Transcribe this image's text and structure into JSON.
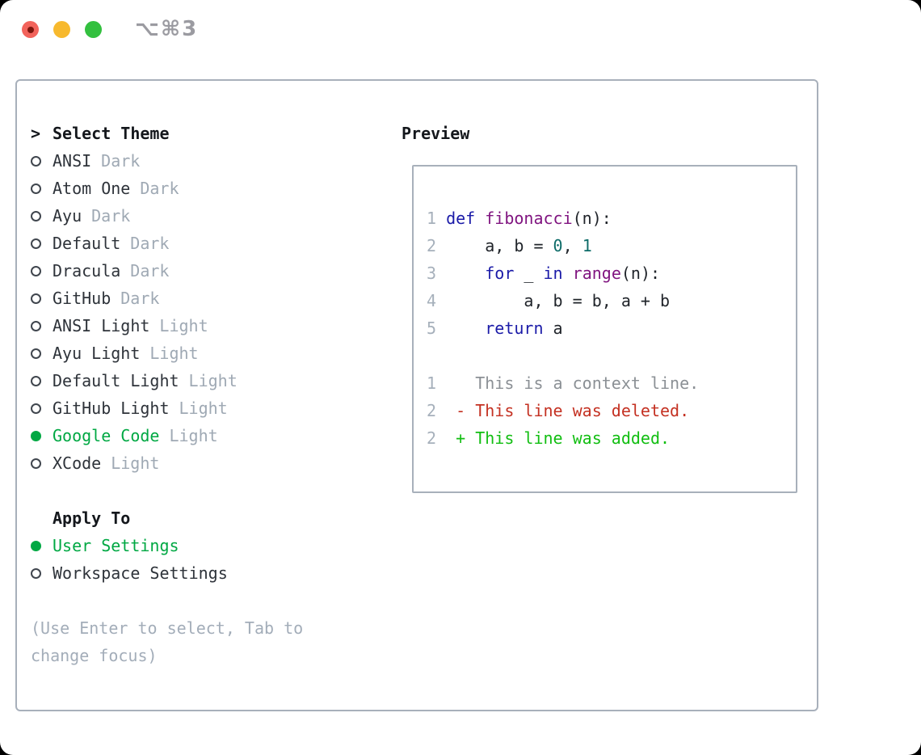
{
  "window": {
    "title": "⌥⌘3"
  },
  "titlebar": {
    "buttons": [
      "close",
      "minimize",
      "maximize"
    ]
  },
  "theme_picker": {
    "prompt": ">",
    "title": "Select Theme",
    "themes": [
      {
        "name": "ANSI",
        "variant": "Dark",
        "selected": false
      },
      {
        "name": "Atom One",
        "variant": "Dark",
        "selected": false
      },
      {
        "name": "Ayu",
        "variant": "Dark",
        "selected": false
      },
      {
        "name": "Default",
        "variant": "Dark",
        "selected": false
      },
      {
        "name": "Dracula",
        "variant": "Dark",
        "selected": false
      },
      {
        "name": "GitHub",
        "variant": "Dark",
        "selected": false
      },
      {
        "name": "ANSI Light",
        "variant": "Light",
        "selected": false
      },
      {
        "name": "Ayu Light",
        "variant": "Light",
        "selected": false
      },
      {
        "name": "Default Light",
        "variant": "Light",
        "selected": false
      },
      {
        "name": "GitHub Light",
        "variant": "Light",
        "selected": false
      },
      {
        "name": "Google Code",
        "variant": "Light",
        "selected": true
      },
      {
        "name": "XCode",
        "variant": "Light",
        "selected": false
      }
    ],
    "apply_to": {
      "title": "Apply To",
      "options": [
        {
          "label": "User Settings",
          "selected": true
        },
        {
          "label": "Workspace Settings",
          "selected": false
        }
      ]
    },
    "help_lines": [
      "(Use Enter to select, Tab to",
      "change focus)"
    ]
  },
  "preview": {
    "title": "Preview",
    "lines": [
      [
        [
          "num",
          "1"
        ],
        [
          "plain",
          " "
        ],
        [
          "kw",
          "def"
        ],
        [
          "plain",
          " "
        ],
        [
          "fn",
          "fibonacci"
        ],
        [
          "plain",
          "(n):"
        ]
      ],
      [
        [
          "num",
          "2"
        ],
        [
          "plain",
          "     a, b = "
        ],
        [
          "lit",
          "0"
        ],
        [
          "plain",
          ", "
        ],
        [
          "lit",
          "1"
        ]
      ],
      [
        [
          "num",
          "3"
        ],
        [
          "plain",
          "     "
        ],
        [
          "kw",
          "for"
        ],
        [
          "plain",
          " _ "
        ],
        [
          "kw",
          "in"
        ],
        [
          "plain",
          " "
        ],
        [
          "fn",
          "range"
        ],
        [
          "plain",
          "(n):"
        ]
      ],
      [
        [
          "num",
          "4"
        ],
        [
          "plain",
          "         a, b = b, a + b"
        ]
      ],
      [
        [
          "num",
          "5"
        ],
        [
          "plain",
          "     "
        ],
        [
          "kw",
          "return"
        ],
        [
          "plain",
          " a"
        ]
      ],
      [],
      [
        [
          "num",
          "1"
        ],
        [
          "ctx",
          "    This is a context line."
        ]
      ],
      [
        [
          "num",
          "2"
        ],
        [
          "del",
          "  - This line was deleted."
        ]
      ],
      [
        [
          "num",
          "2"
        ],
        [
          "add",
          "  + This line was added."
        ]
      ]
    ]
  },
  "colors": {
    "accent-green": "#00a843",
    "added-green": "#12be12",
    "deleted-red": "#c43122",
    "kw-blue": "#1b1ba8",
    "fn-purple": "#801580",
    "lit-teal": "#0e6c69",
    "muted": "#9fa9b4",
    "line-num": "#a6b0bb",
    "ctx-gray": "#8b9095",
    "text-dark": "#2e333a",
    "border-gray": "#a8b0bb",
    "help-gray": "#a3adb9",
    "title-gray": "#9b9ba1",
    "tl-red": "#f2635b",
    "tl-red-dot": "#7c150c",
    "tl-yellow": "#f7b92e",
    "tl-green": "#33c03f"
  }
}
